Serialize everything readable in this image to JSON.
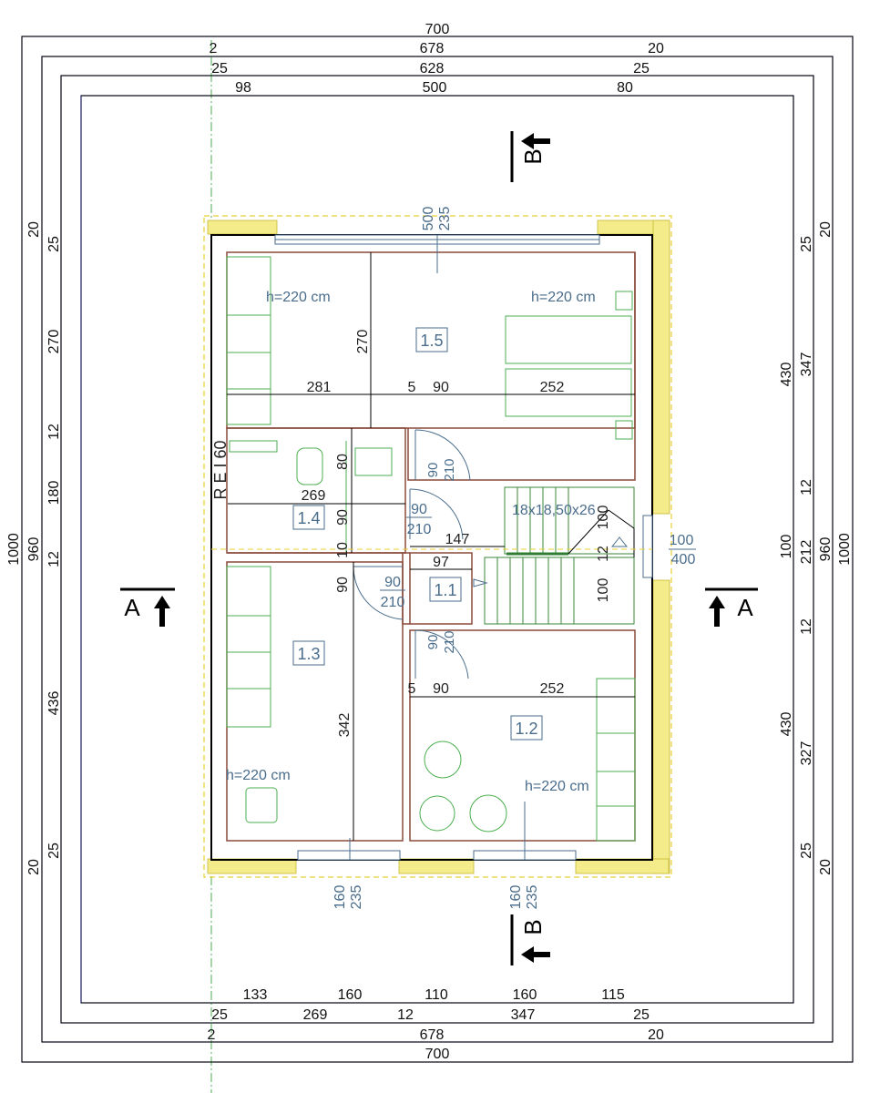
{
  "dims": {
    "top": {
      "total": "700",
      "l2_left": "2",
      "l2_mid": "678",
      "l2_right": "20",
      "l3_left": "25",
      "l3_mid": "628",
      "l3_right": "25",
      "l4_left": "98",
      "l4_mid": "500",
      "l4_right": "80"
    },
    "bottom": {
      "l1_a": "133",
      "l1_b": "160",
      "l1_c": "110",
      "l1_d": "160",
      "l1_e": "115",
      "l2_left": "25",
      "l2_a": "269",
      "l2_b": "12",
      "l2_c": "347",
      "l2_right": "25",
      "l3_left": "2",
      "l3_mid": "678",
      "l3_right": "20",
      "total": "700"
    },
    "left": {
      "total": "1000",
      "h960": "960",
      "v20a": "20",
      "v25a": "25",
      "v270": "270",
      "v12a": "12",
      "v180": "180",
      "v12b": "12",
      "v436": "436",
      "v25b": "25",
      "v20b": "20"
    },
    "right": {
      "total": "1000",
      "h960": "960",
      "v20a": "20",
      "v25a": "25",
      "v430a": "430",
      "v347": "347",
      "v12a": "12",
      "v100": "100",
      "v212": "212",
      "v12b": "12",
      "v430b": "430",
      "v327": "327",
      "v25b": "25",
      "v20b": "20"
    }
  },
  "windows": {
    "top": {
      "w": "500",
      "h": "235"
    },
    "bottom_left": {
      "w": "160",
      "h": "235"
    },
    "bottom_right": {
      "w": "160",
      "h": "235"
    },
    "right": {
      "w": "100",
      "h": "400"
    }
  },
  "rooms": {
    "r11": "1.1",
    "r12": "1.2",
    "r13": "1.3",
    "r14": "1.4",
    "r15": "1.5"
  },
  "heights": {
    "h15_left": "h=220 cm",
    "h15_right": "h=220 cm",
    "h13": "h=220 cm",
    "h12": "h=220 cm"
  },
  "interior": {
    "d281": "281",
    "d5a": "5",
    "d90a": "90",
    "d252a": "252",
    "d270": "270",
    "d269": "269",
    "d80": "80",
    "d90v": "90",
    "d10": "10",
    "d147": "147",
    "d97": "97",
    "d90c": "90",
    "d5b": "5",
    "d90b": "90",
    "d252b": "252",
    "d342": "342",
    "s100a": "100",
    "s12": "12",
    "s100b": "100"
  },
  "doors": {
    "d1": {
      "w": "90",
      "h": "210"
    },
    "d2": {
      "w": "90",
      "h": "210"
    },
    "d3": {
      "w": "90",
      "h": "210"
    },
    "d4": {
      "w": "90",
      "h": "210"
    }
  },
  "stairs": "18x18,50x26",
  "fire": "R E I 60",
  "sections": {
    "a_left": "A",
    "a_right": "A",
    "b_top": "B",
    "b_bottom": "B"
  }
}
